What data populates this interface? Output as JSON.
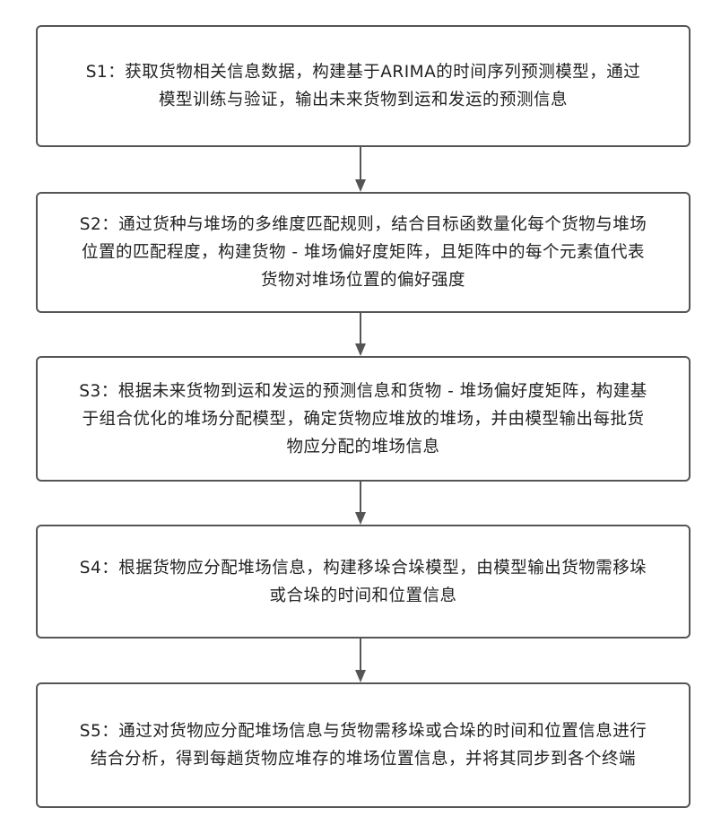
{
  "steps": [
    {
      "id": "S1",
      "lines": [
        "S1：获取货物相关信息数据，构建基于ARIMA的时间序列预测模型，通过",
        "模型训练与验证，输出未来货物到运和发运的预测信息"
      ]
    },
    {
      "id": "S2",
      "lines": [
        "S2：通过货种与堆场的多维度匹配规则，结合目标函数量化每个货物与堆场",
        "位置的匹配程度，构建货物 - 堆场偏好度矩阵，且矩阵中的每个元素值代表",
        "货物对堆场位置的偏好强度"
      ]
    },
    {
      "id": "S3",
      "lines": [
        "S3：根据未来货物到运和发运的预测信息和货物 - 堆场偏好度矩阵，构建基",
        "于组合优化的堆场分配模型，确定货物应堆放的堆场，并由模型输出每批货",
        "物应分配的堆场信息"
      ]
    },
    {
      "id": "S4",
      "lines": [
        "S4：根据货物应分配堆场信息，构建移垛合垛模型，由模型输出货物需移垛",
        "或合垛的时间和位置信息"
      ]
    },
    {
      "id": "S5",
      "lines": [
        "S5：通过对货物应分配堆场信息与货物需移垛或合垛的时间和位置信息进行",
        "结合分析，得到每趟货物应堆存的堆场位置信息，并将其同步到各个终端"
      ]
    }
  ]
}
